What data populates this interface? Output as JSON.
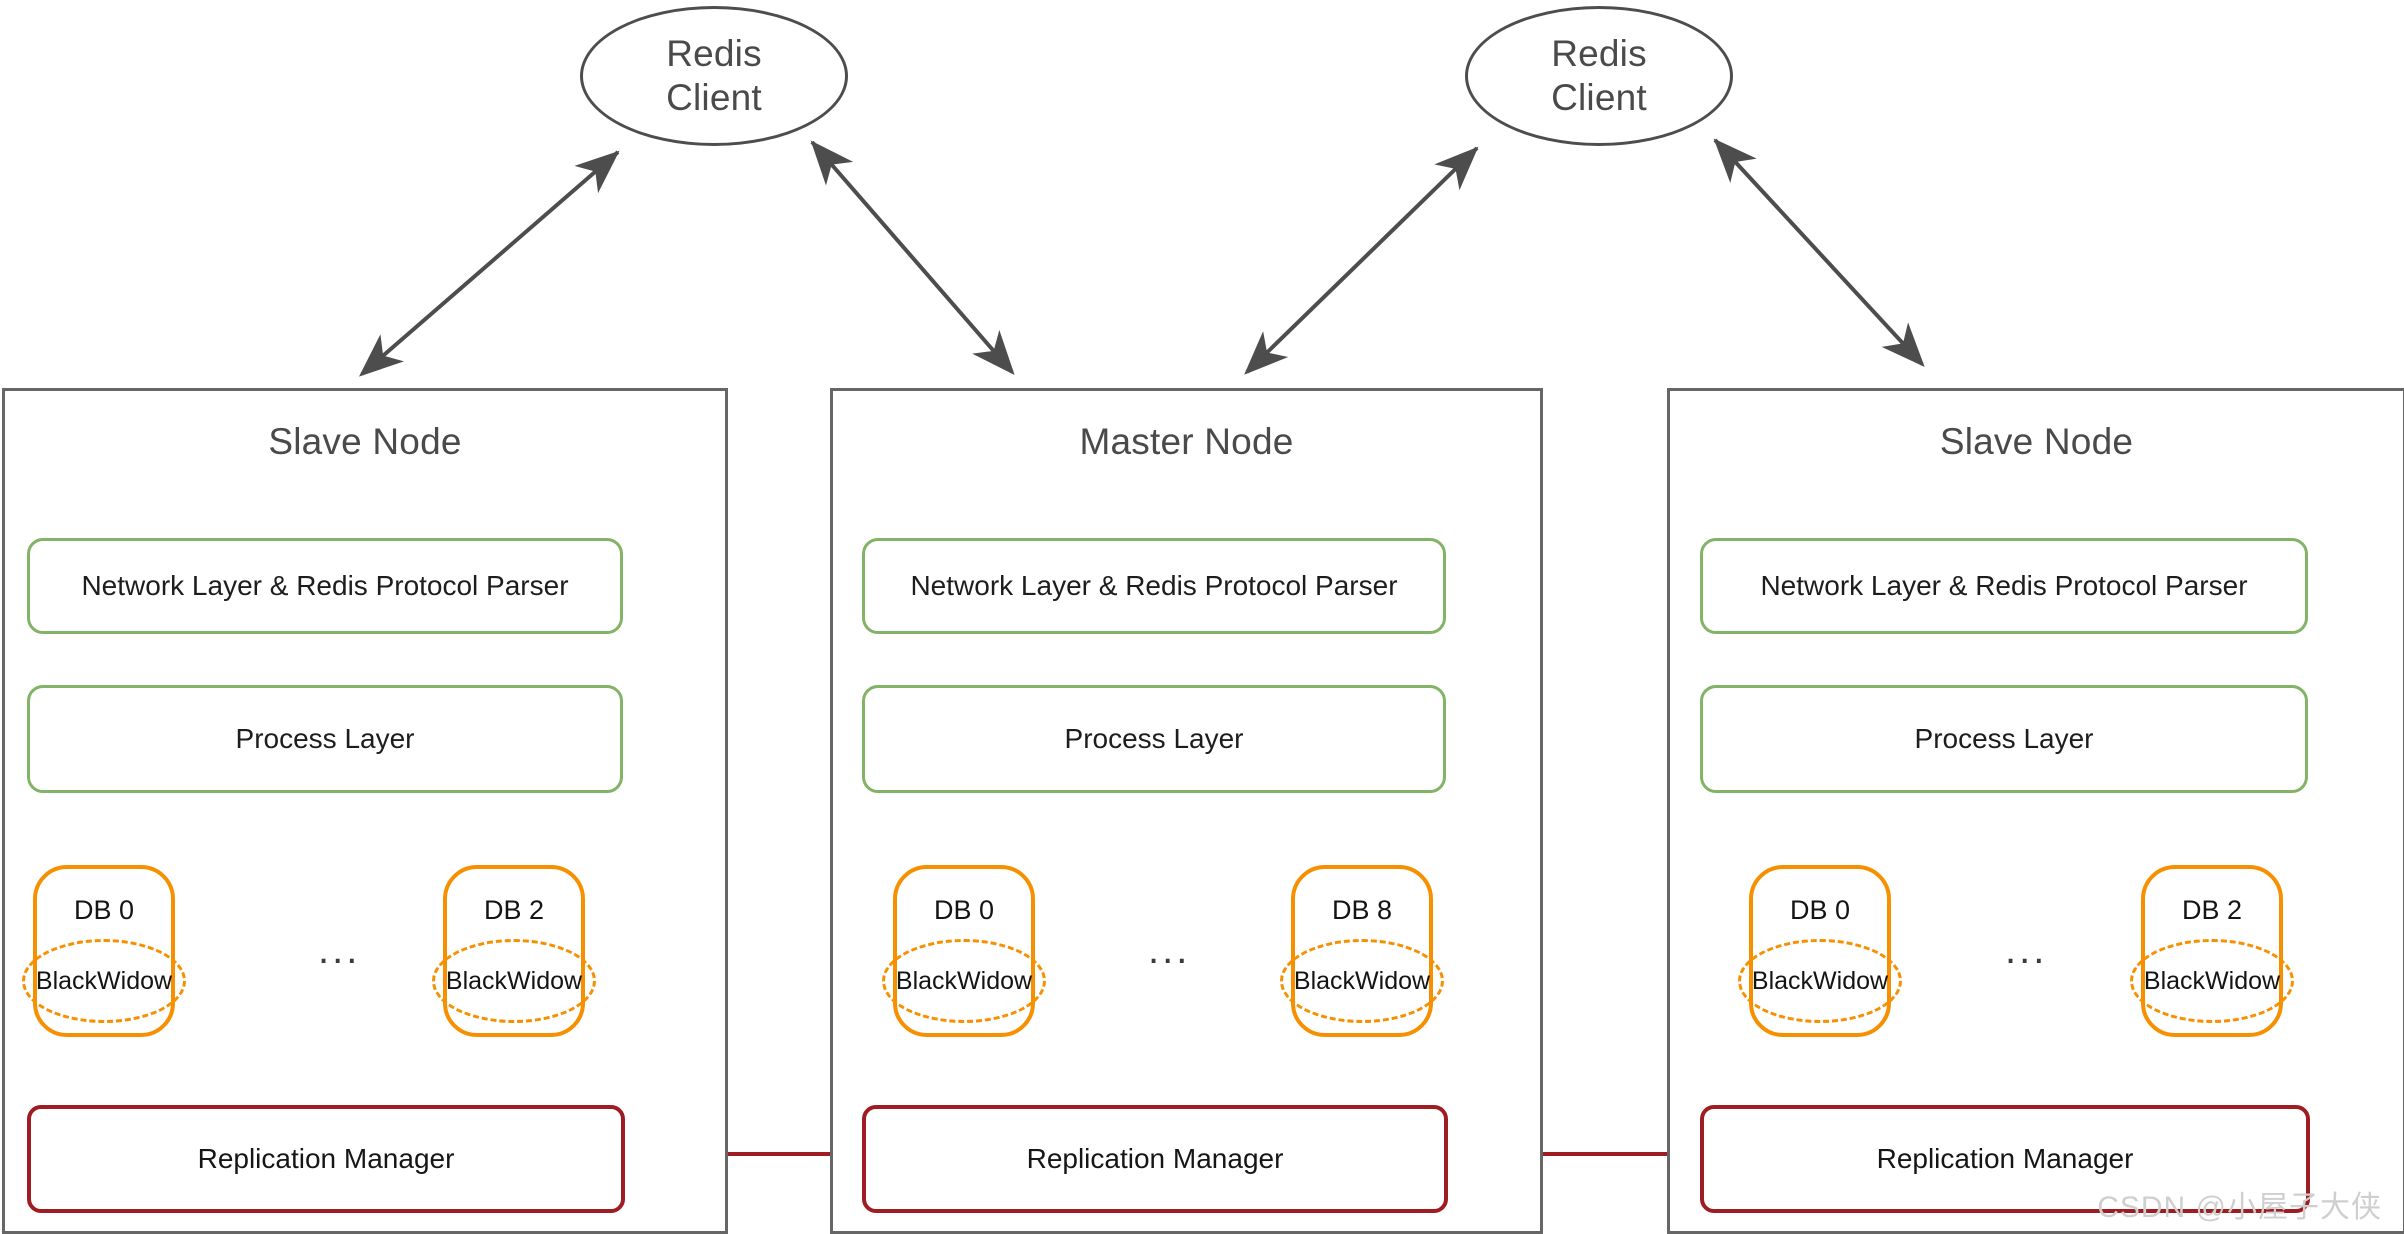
{
  "diagram": {
    "title": "Redis master-slave replication architecture",
    "watermark": "CSDN @小屋子大侠",
    "colors": {
      "node_border": "#666666",
      "layer_green": "#82b366",
      "db_orange": "#f79000",
      "replication_red": "#9e1d22",
      "arrow_gray": "#4d4d4d",
      "title_text": "#4a4a4a",
      "background": "#ffffff"
    }
  },
  "clients": [
    {
      "id": "client-left",
      "line1": "Redis",
      "line2": "Client"
    },
    {
      "id": "client-right",
      "line1": "Redis",
      "line2": "Client"
    }
  ],
  "nodes": [
    {
      "id": "slave-left",
      "title": "Slave Node",
      "network_layer": "Network Layer & Redis Protocol Parser",
      "process_layer": "Process Layer",
      "replication_manager": "Replication Manager",
      "ellipsis": "...",
      "databases": [
        {
          "name": "DB 0",
          "engine": "BlackWidow"
        },
        {
          "name": "DB 2",
          "engine": "BlackWidow"
        }
      ]
    },
    {
      "id": "master",
      "title": "Master Node",
      "network_layer": "Network Layer & Redis Protocol Parser",
      "process_layer": "Process Layer",
      "replication_manager": "Replication Manager",
      "ellipsis": "...",
      "databases": [
        {
          "name": "DB 0",
          "engine": "BlackWidow"
        },
        {
          "name": "DB 8",
          "engine": "BlackWidow"
        }
      ]
    },
    {
      "id": "slave-right",
      "title": "Slave Node",
      "network_layer": "Network Layer & Redis Protocol Parser",
      "process_layer": "Process Layer",
      "replication_manager": "Replication Manager",
      "ellipsis": "...",
      "databases": [
        {
          "name": "DB 0",
          "engine": "BlackWidow"
        },
        {
          "name": "DB 2",
          "engine": "BlackWidow"
        }
      ]
    }
  ],
  "connections": {
    "client_links": "bidirectional",
    "replication_direction_left": "master to left slave",
    "replication_direction_right": "master to right slave"
  }
}
